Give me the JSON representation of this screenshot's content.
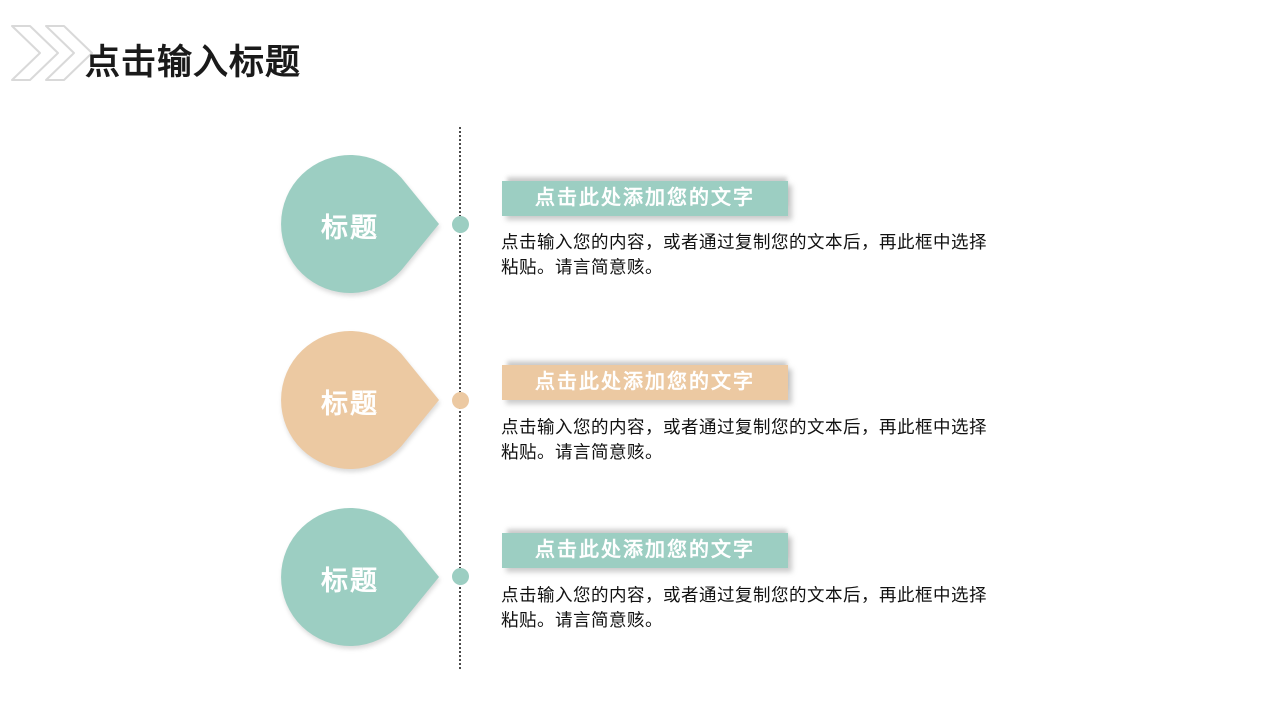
{
  "slide": {
    "title": "点击输入标题",
    "items": [
      {
        "label": "标题",
        "heading": "点击此处添加您的文字",
        "body": "点击输入您的内容，或者通过复制您的文本后，再此框中选择粘贴。请言简意赅。",
        "color": "#9ccec2"
      },
      {
        "label": "标题",
        "heading": "点击此处添加您的文字",
        "body": "点击输入您的内容，或者通过复制您的文本后，再此框中选择粘贴。请言简意赅。",
        "color": "#ecc9a2"
      },
      {
        "label": "标题",
        "heading": "点击此处添加您的文字",
        "body": "点击输入您的内容，或者通过复制您的文本后，再此框中选择粘贴。请言简意赅。",
        "color": "#9ccec2"
      }
    ],
    "colors": {
      "background": "#ffffff",
      "title_text": "#1a1a1a",
      "body_text": "#111111",
      "label_text": "#ffffff",
      "heading_text": "#ffffff",
      "chevron_outline": "#d9d9d9",
      "timeline_dots": "#4a4a4a",
      "teal": "#9ccec2",
      "tan": "#ecc9a2"
    }
  }
}
